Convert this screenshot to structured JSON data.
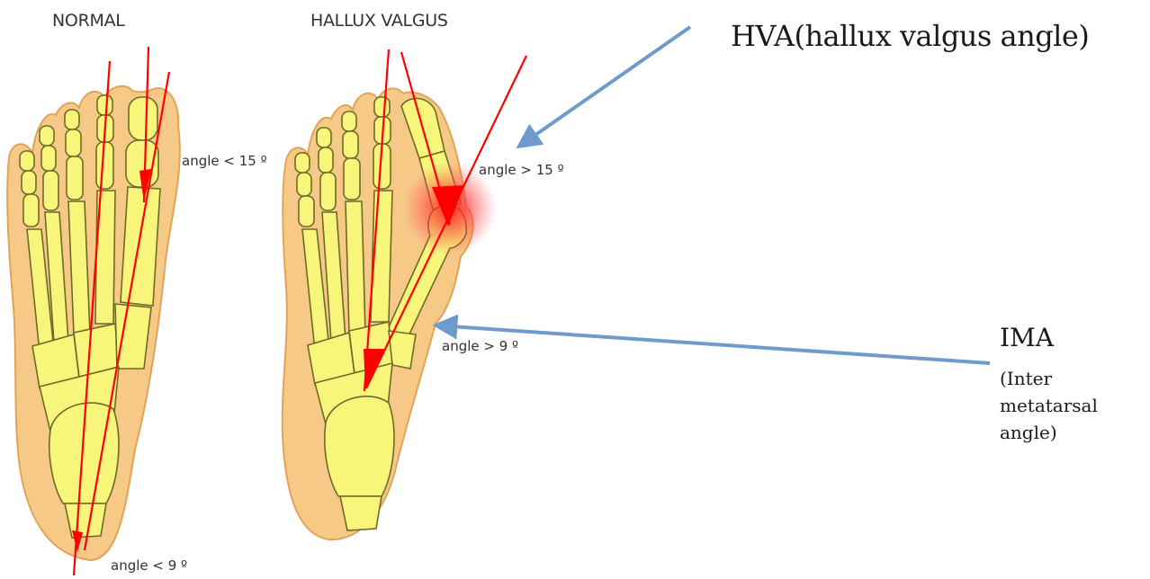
{
  "headings": {
    "normal": "NORMAL",
    "hallux_valgus": "HALLUX VALGUS"
  },
  "angle_labels": {
    "normal_hva": "angle < 15 º",
    "normal_ima": "angle < 9 º",
    "hv_hva": "angle > 15 º",
    "hv_ima": "angle > 9 º"
  },
  "callouts": {
    "hva": "HVA(hallux valgus angle)",
    "ima_title": "IMA",
    "ima_line1": "(Inter",
    "ima_line2": "metatarsal",
    "ima_line3": "angle)"
  },
  "colors": {
    "skin": "#f7c987",
    "skin_edge": "#e0a458",
    "bone": "#f7f57a",
    "bone_outline": "#6e6a2a",
    "axis_line": "#ff0000",
    "arrow": "#6f9bcc",
    "bunion_glow": "#ff2a2a"
  }
}
